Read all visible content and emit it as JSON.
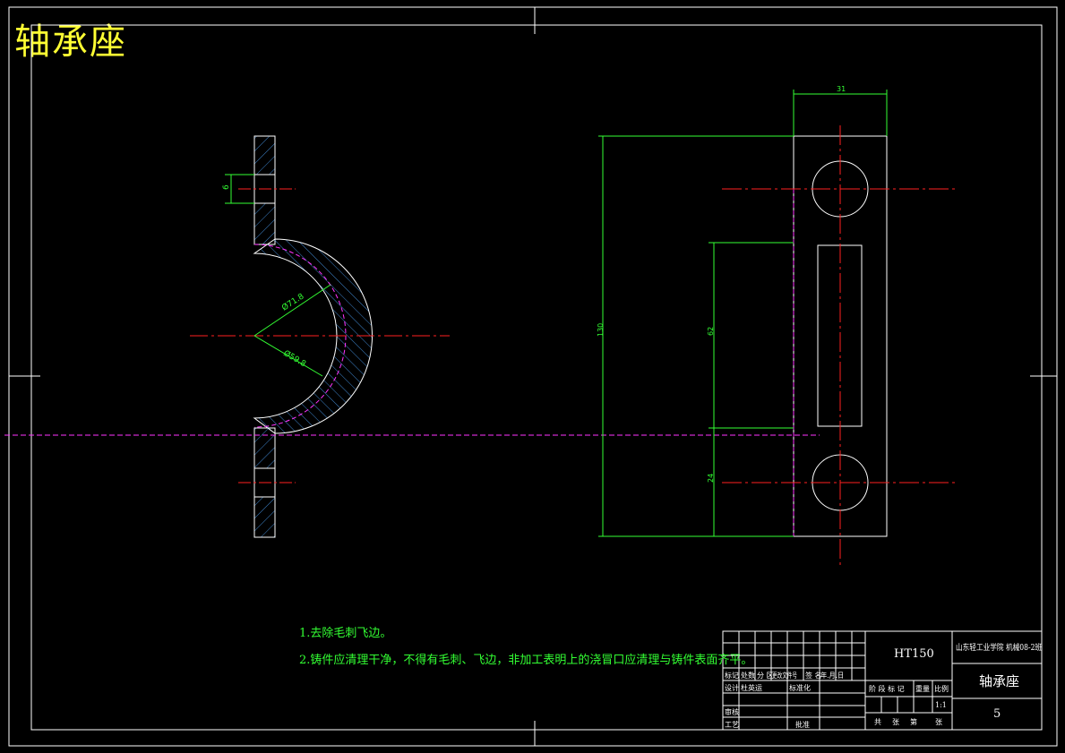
{
  "drawing_title": "轴承座",
  "technical_notes": [
    "1.去除毛刺飞边。",
    "2.铸件应清理干净，不得有毛刺、飞边，非加工表明上的浇冒口应清理与铸件表面齐平。"
  ],
  "dimensions": {
    "hole_height": "6",
    "outer_diameter": "Ø71.8",
    "inner_diameter": "Ø59.8",
    "top_width": "31",
    "overall_height": "130",
    "slot_height": "62",
    "hole_offset": "24"
  },
  "title_block": {
    "material": "HT150",
    "school": "山东轻工业学院 机械08-2班",
    "part_name": "轴承座",
    "drawing_no": "5",
    "scale": "1:1",
    "row_labels": {
      "mark": "标记",
      "count": "处数",
      "zone": "分 区",
      "doc_no": "更改文件号",
      "signature": "签 名",
      "date": "年.月.日",
      "design": "设计",
      "designer": "杜英运",
      "standard": "标准化",
      "review": "审核",
      "process": "工艺",
      "approve": "批准",
      "stage_mark": "阶 段 标 记",
      "weight": "重量",
      "ratio": "比例",
      "total": "共",
      "sheets": "张",
      "sheet_no": "第",
      "sheet_unit": "张"
    }
  },
  "colors": {
    "background": "#000000",
    "frame": "#ffffff",
    "centerline": "#ff2020",
    "dimension": "#33ff33",
    "hatch": "#4da6ff",
    "hidden": "#ff33ff",
    "title": "#ffff33"
  }
}
